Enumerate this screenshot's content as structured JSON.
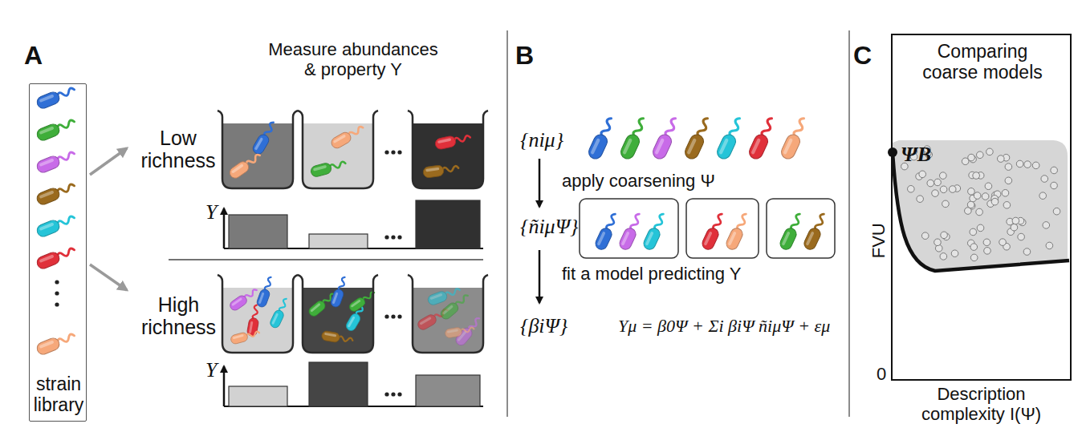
{
  "diagram": {
    "nodes": [
      {
        "text": [
          "strain library"
        ]
      },
      {
        "text": [
          "Comparing coarse models",
          "ΨB"
        ]
      }
    ],
    "labels": [
      "A",
      "Measure abundances & property Y",
      "Low richness",
      "Y",
      "High richness",
      "Y",
      "B",
      "{niμ}",
      "apply coarsening Ψ",
      "{ñiμΨ}",
      "fit a model predicting Y",
      "{βiΨ}",
      "Yμ = β0Ψ + Σi βiΨ ñiμΨ + εμ",
      "C",
      "FVU",
      "0",
      "Description complexity I(Ψ)"
    ]
  }
}
